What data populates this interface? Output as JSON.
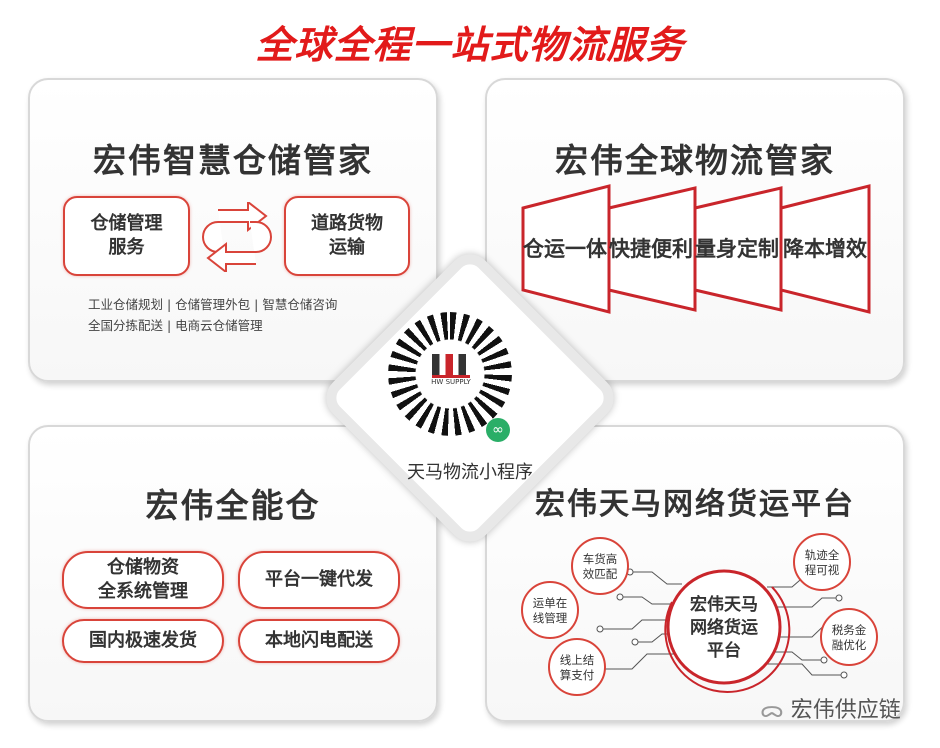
{
  "title": "全球全程一站式物流服务",
  "warehouse": {
    "title": "宏伟智慧仓储管家",
    "left_box": [
      "仓储管理",
      "服务"
    ],
    "right_box": [
      "道路货物",
      "运输"
    ],
    "services_line1": "工业仓储规划 | 仓储管理外包 | 智慧仓储咨询",
    "services_line2": "全国分拣配送 | 电商云仓储管理"
  },
  "global": {
    "title": "宏伟全球物流管家",
    "steps": [
      "仓运一体",
      "快捷便利",
      "量身定制",
      "降本增效"
    ]
  },
  "allround": {
    "title": "宏伟全能仓",
    "buttons": [
      [
        "仓储物资",
        "全系统管理"
      ],
      [
        "平台一键代发"
      ],
      [
        "国内极速发货"
      ],
      [
        "本地闪电配送"
      ]
    ]
  },
  "freight": {
    "title": "宏伟天马网络货运平台",
    "center": [
      "宏伟天马",
      "网络货运",
      "平台"
    ],
    "nodes": [
      [
        "车货高",
        "效匹配"
      ],
      [
        "运单在",
        "线管理"
      ],
      [
        "线上结",
        "算支付"
      ],
      [
        "轨迹全",
        "程可视"
      ],
      [
        "税务金",
        "融优化"
      ]
    ]
  },
  "miniprogram": {
    "label": "天马物流小程序",
    "logo_text": "HW SUPPLY"
  },
  "watermark": "宏伟供应链",
  "colors": {
    "accent": "#e21a1a",
    "wechat": "#2aae67"
  }
}
